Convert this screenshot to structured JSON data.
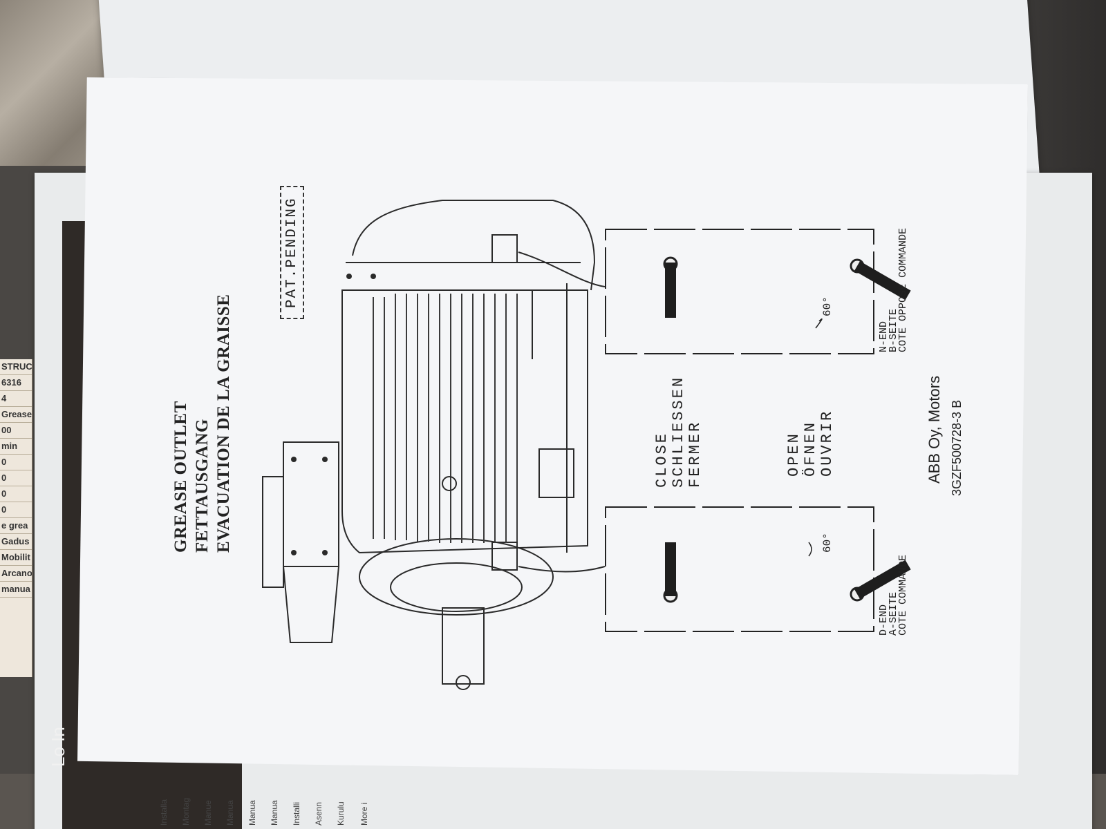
{
  "document": {
    "title_lines": [
      "GREASE OUTLET",
      "FETTAUSGANG",
      "EVACUATION DE LA GRAISSE"
    ],
    "patent": "PAT.PENDING",
    "close_label": "CLOSE\nSCHLIESSEN\nFERMER",
    "open_label": "OPEN\nÖFNEN\nOUVRIR",
    "d_end_label": "D-END\nA-SEITE\nCOTE COMMANDE",
    "n_end_label": "N-END\nB-SEITE\nCOTE OPPOSE COMMANDE",
    "angle_left": "60°",
    "angle_right": "60°",
    "company": "ABB Oy, Motors",
    "doc_number": "3GZF500728-3 B"
  },
  "manual_booklet": {
    "cover_text": "Lo\nIn",
    "table_cells": [
      "STRUCT",
      "6316",
      "4",
      "Grease",
      "00",
      "min",
      "0",
      "0",
      "0",
      "0",
      "e grea",
      "Gadus",
      "Mobilit",
      "Arcano",
      "manua"
    ],
    "list_items": [
      "Installa",
      "Montag",
      "Manue",
      "Manua",
      "Manua",
      "Manua",
      "Installi",
      "Asenn",
      "Kurulu",
      "More i"
    ]
  },
  "colors": {
    "paper": "#f5f6f8",
    "ink": "#222222",
    "booklet_strip": "#2f2a27"
  }
}
